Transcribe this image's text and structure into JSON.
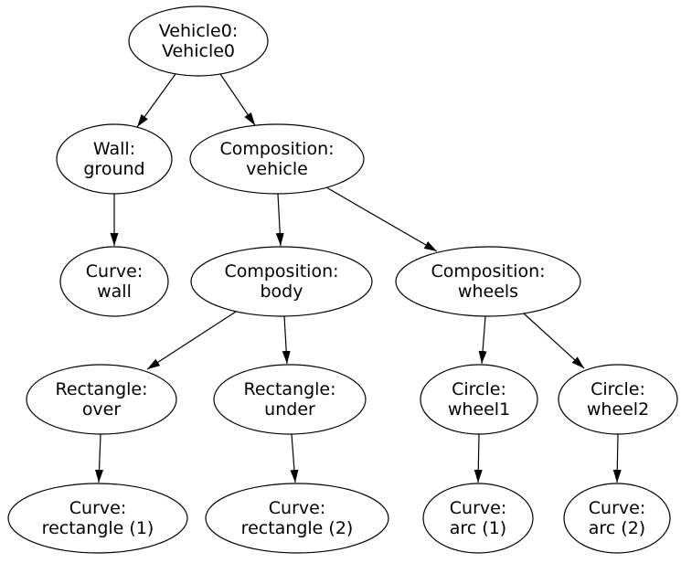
{
  "diagram": {
    "kind": "scene-graph-tree",
    "background_color": "#ffffff",
    "node_fill_color": "#ffffff",
    "node_border_color": "#000000",
    "edge_color": "#000000",
    "text_color": "#000000",
    "nodes": [
      {
        "id": "vehicle0",
        "lines": [
          "Vehicle0:",
          "Vehicle0"
        ]
      },
      {
        "id": "wall-ground",
        "lines": [
          "Wall:",
          "ground"
        ]
      },
      {
        "id": "composition-vehicle",
        "lines": [
          "Composition:",
          "vehicle"
        ]
      },
      {
        "id": "curve-wall",
        "lines": [
          "Curve:",
          "wall"
        ]
      },
      {
        "id": "composition-body",
        "lines": [
          "Composition:",
          "body"
        ]
      },
      {
        "id": "composition-wheels",
        "lines": [
          "Composition:",
          "wheels"
        ]
      },
      {
        "id": "rectangle-over",
        "lines": [
          "Rectangle:",
          "over"
        ]
      },
      {
        "id": "rectangle-under",
        "lines": [
          "Rectangle:",
          "under"
        ]
      },
      {
        "id": "circle-wheel1",
        "lines": [
          "Circle:",
          "wheel1"
        ]
      },
      {
        "id": "circle-wheel2",
        "lines": [
          "Circle:",
          "wheel2"
        ]
      },
      {
        "id": "curve-rectangle-1",
        "lines": [
          "Curve:",
          "rectangle (1)"
        ]
      },
      {
        "id": "curve-rectangle-2",
        "lines": [
          "Curve:",
          "rectangle (2)"
        ]
      },
      {
        "id": "curve-arc-1",
        "lines": [
          "Curve:",
          "arc (1)"
        ]
      },
      {
        "id": "curve-arc-2",
        "lines": [
          "Curve:",
          "arc (2)"
        ]
      }
    ],
    "edges": [
      {
        "from": "vehicle0",
        "to": "wall-ground"
      },
      {
        "from": "vehicle0",
        "to": "composition-vehicle"
      },
      {
        "from": "wall-ground",
        "to": "curve-wall"
      },
      {
        "from": "composition-vehicle",
        "to": "composition-body"
      },
      {
        "from": "composition-vehicle",
        "to": "composition-wheels"
      },
      {
        "from": "composition-body",
        "to": "rectangle-over"
      },
      {
        "from": "composition-body",
        "to": "rectangle-under"
      },
      {
        "from": "composition-wheels",
        "to": "circle-wheel1"
      },
      {
        "from": "composition-wheels",
        "to": "circle-wheel2"
      },
      {
        "from": "rectangle-over",
        "to": "curve-rectangle-1"
      },
      {
        "from": "rectangle-under",
        "to": "curve-rectangle-2"
      },
      {
        "from": "circle-wheel1",
        "to": "curve-arc-1"
      },
      {
        "from": "circle-wheel2",
        "to": "curve-arc-2"
      }
    ]
  }
}
